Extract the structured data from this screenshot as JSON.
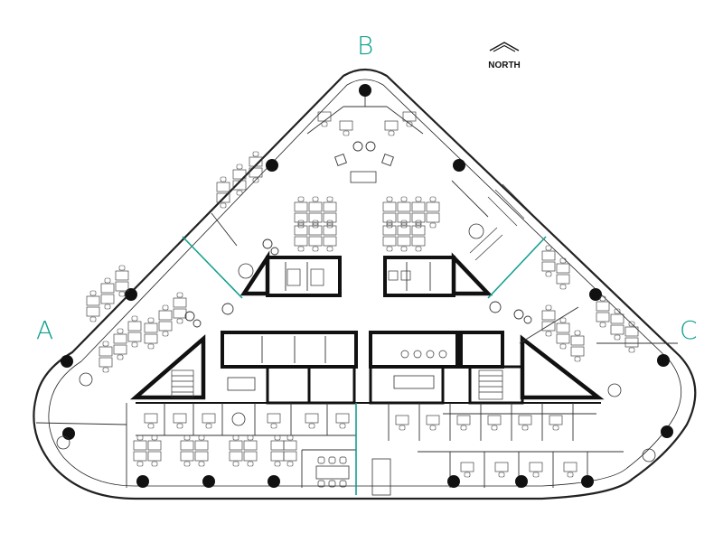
{
  "wings": [
    {
      "id": "a",
      "label": "A",
      "color": "#12a08f"
    },
    {
      "id": "b",
      "label": "B",
      "color": "#12a08f"
    },
    {
      "id": "c",
      "label": "C",
      "color": "#12a08f"
    }
  ],
  "north": {
    "label": "NORTH",
    "icon": "north-arrow-icon"
  },
  "colors": {
    "walls": "#111111",
    "lines": "#333333",
    "accent": "#12a08f",
    "background": "#ffffff"
  }
}
